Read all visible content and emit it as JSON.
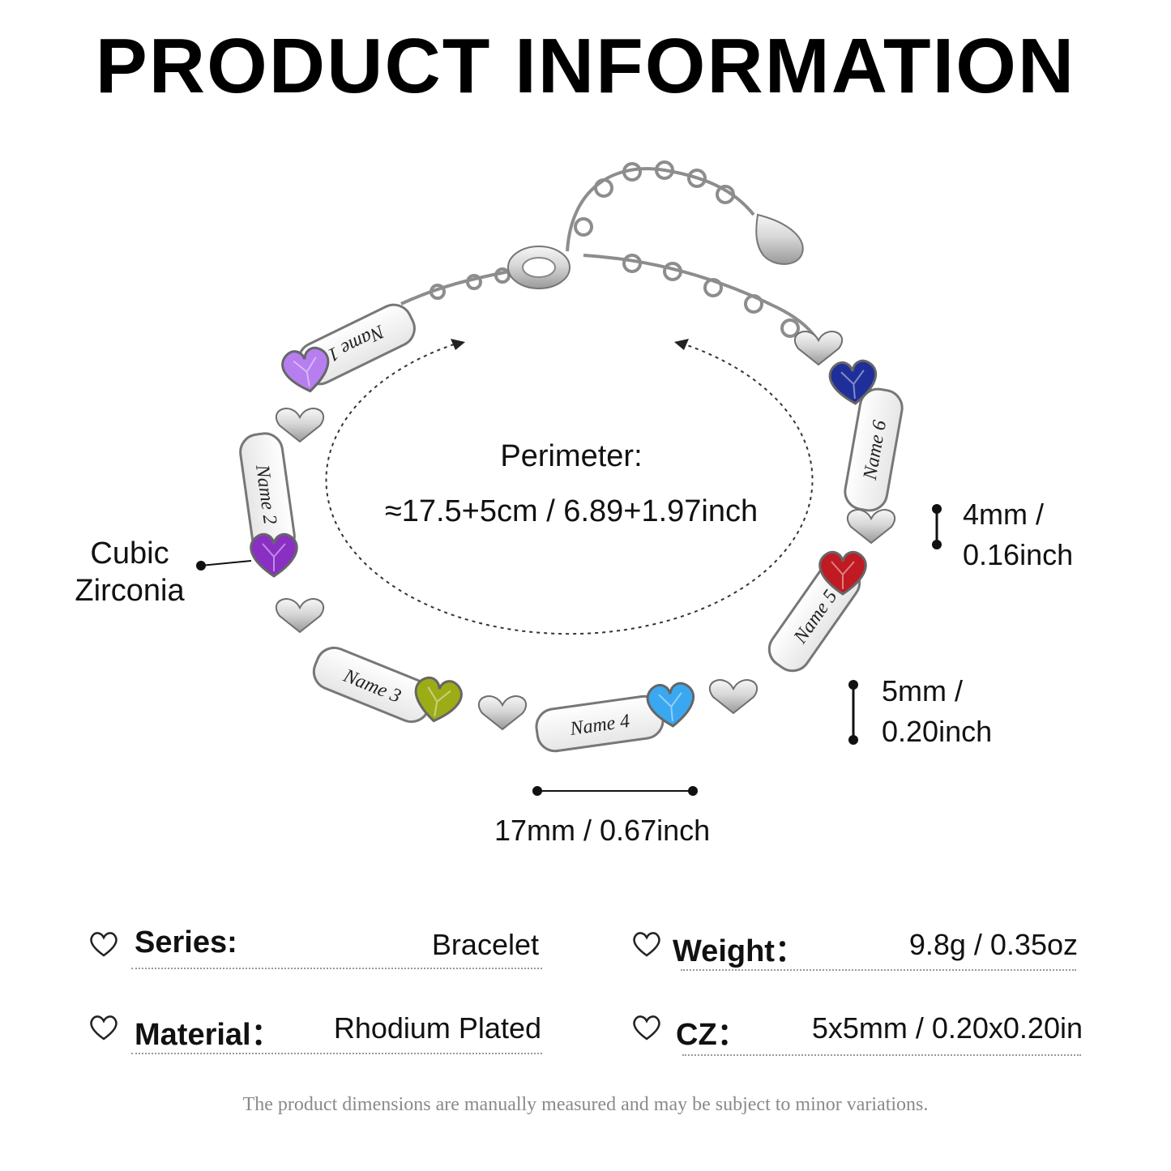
{
  "title": "PRODUCT INFORMATION",
  "perimeter": {
    "label": "Perimeter:",
    "value": "≈17.5+5cm / 6.89+1.97inch"
  },
  "stone_label": "Cubic Zirconia",
  "stone_label_lines": [
    "Cubic",
    "Zirconia"
  ],
  "dimensions": {
    "bar_width": "17mm / 0.67inch",
    "bar_height_line1": "5mm /",
    "bar_height_line2": "0.20inch",
    "stone_height_line1": "4mm /",
    "stone_height_line2": "0.16inch"
  },
  "engravings": [
    "Name 1",
    "Name 2",
    "Name 3",
    "Name 4",
    "Name 5",
    "Name 6"
  ],
  "stone_colors": [
    "#b77ef0",
    "#8a2fc4",
    "#9cac16",
    "#3aa8f0",
    "#c01a22",
    "#1f2f9a"
  ],
  "specs": [
    {
      "label": "Series:",
      "value": "Bracelet"
    },
    {
      "label": "Weight：",
      "value": "9.8g / 0.35oz"
    },
    {
      "label": "Material：",
      "value": "Rhodium Plated"
    },
    {
      "label": "CZ：",
      "value": "5x5mm / 0.20x0.20in"
    }
  ],
  "icons": {
    "spec_bullet": "heart-outline-icon"
  },
  "note": "The product dimensions are manually measured and may be subject to minor variations."
}
